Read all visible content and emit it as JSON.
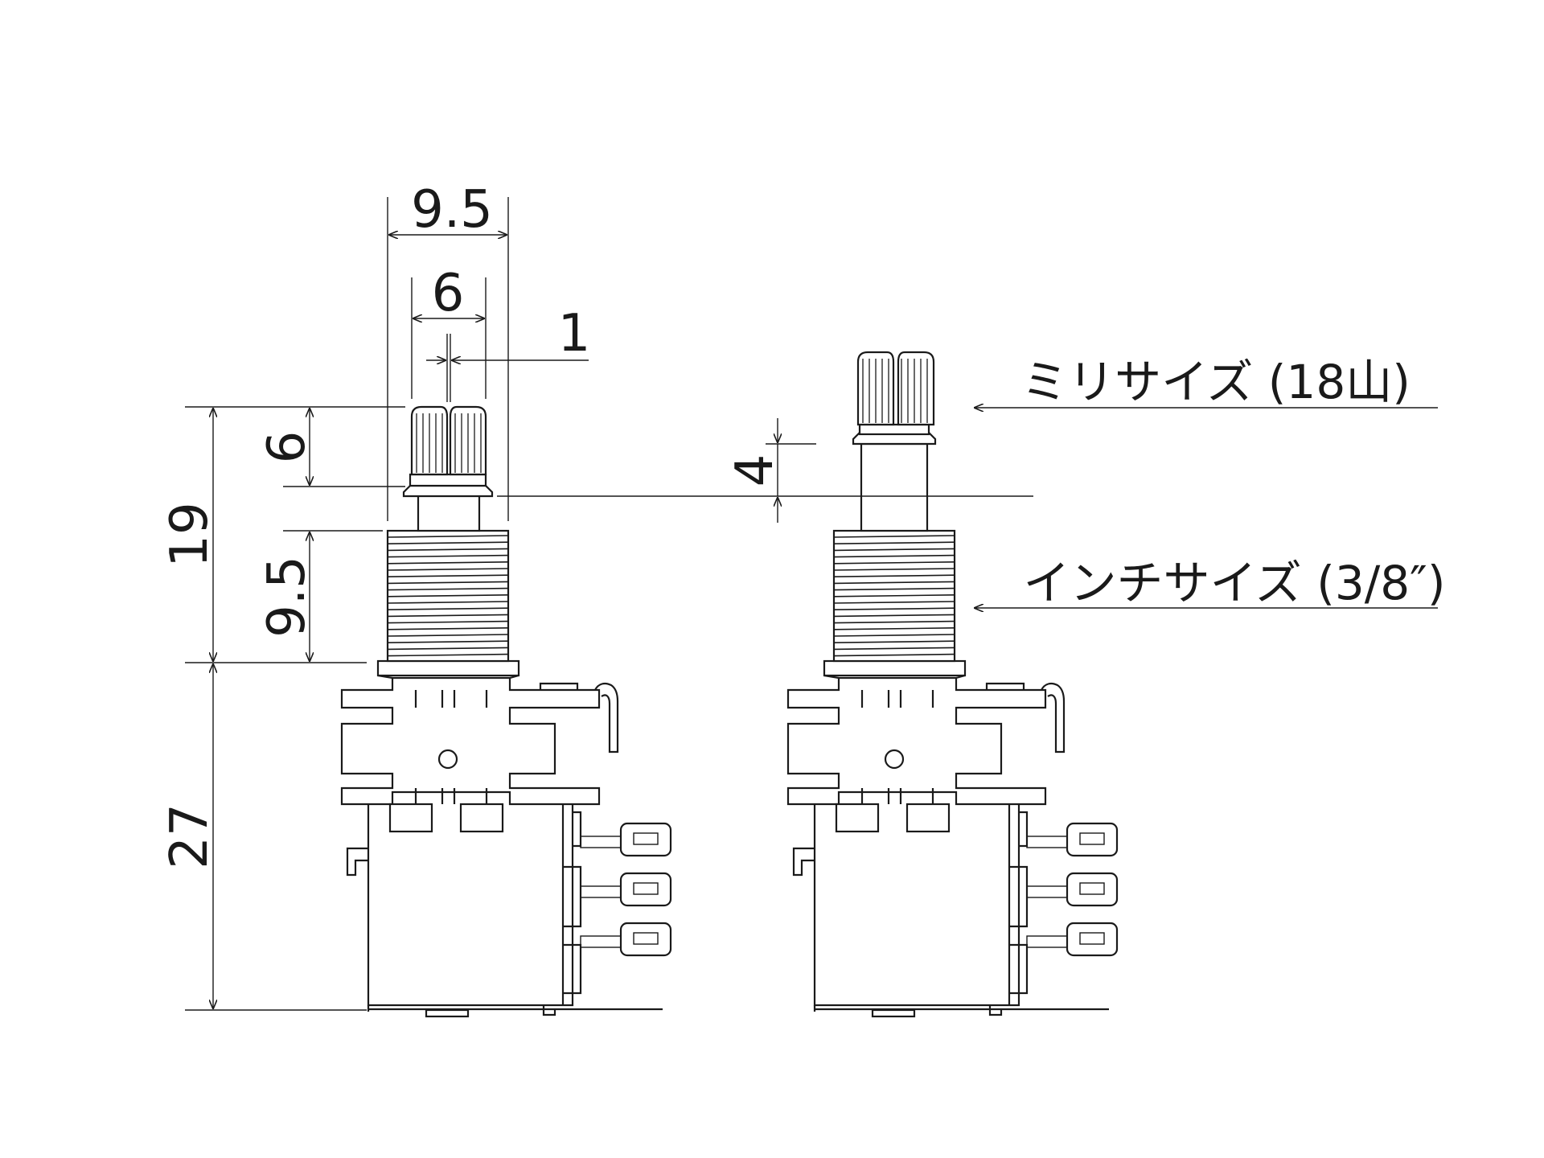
{
  "dimensions": {
    "bushing_width": "9.5",
    "knurl_width": "6",
    "slot_width": "1",
    "knurl_height": "6",
    "shaft_total": "19",
    "thread_length": "9.5",
    "body_height": "27",
    "shaft_step": "4"
  },
  "labels": {
    "metric": "ミリサイズ (18山)",
    "inch": "インチサイズ (3/8″)"
  },
  "colors": {
    "line": "#1a1a1a",
    "background": "#ffffff"
  }
}
